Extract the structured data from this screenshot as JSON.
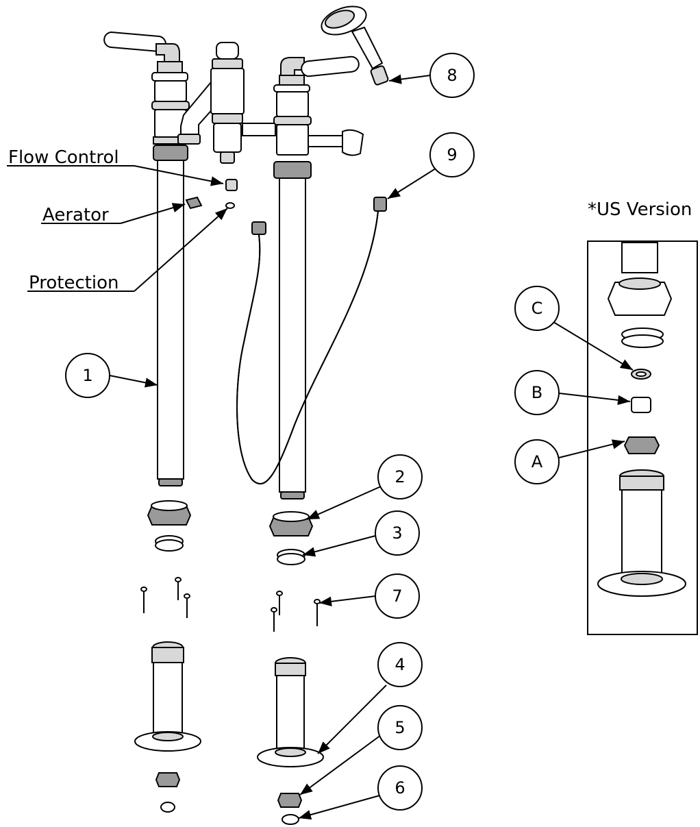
{
  "labels": {
    "flow_control": "Flow Control",
    "aerator": "Aerator",
    "protection": "Protection",
    "us_version": "*US Version"
  },
  "callouts": {
    "c1": "1",
    "c2": "2",
    "c3": "3",
    "c4": "4",
    "c5": "5",
    "c6": "6",
    "c7": "7",
    "c8": "8",
    "c9": "9",
    "cA": "A",
    "cB": "B",
    "cC": "C"
  }
}
